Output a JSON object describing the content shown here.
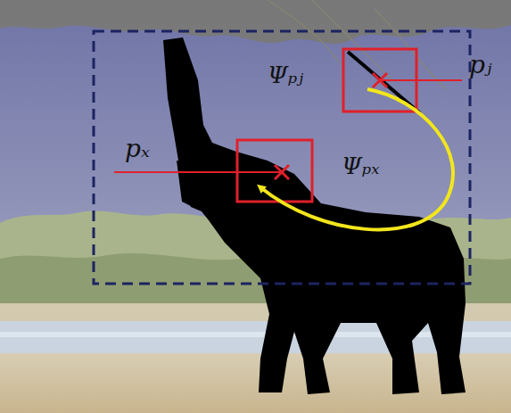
{
  "diagram": {
    "labels": [
      "pₓ",
      "pⱼ",
      "Ψₚⱼ",
      "Ψₚₓ"
    ]
  }
}
